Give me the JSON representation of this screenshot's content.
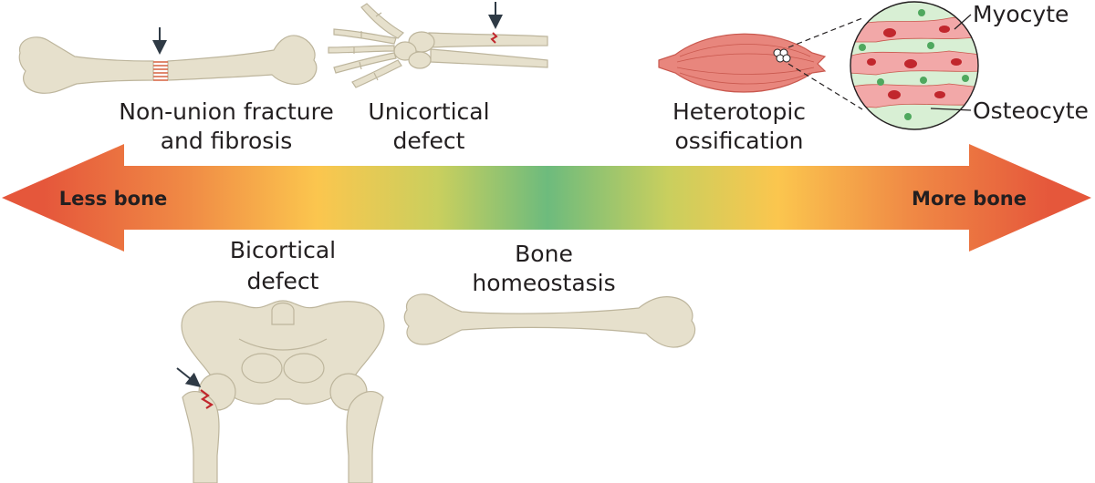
{
  "axis": {
    "left_label": "Less bone",
    "right_label": "More bone"
  },
  "conditions": {
    "nonunion": {
      "line1": "Non-union fracture",
      "line2": "and fibrosis"
    },
    "unicortical": {
      "line1": "Unicortical",
      "line2": "defect"
    },
    "heterotopic": {
      "line1": "Heterotopic",
      "line2": "ossification"
    },
    "bicortical": {
      "line1": "Bicortical",
      "line2": "defect"
    },
    "homeostasis": {
      "line1": "Bone",
      "line2": "homeostasis"
    }
  },
  "inset": {
    "myocyte": "Myocyte",
    "osteocyte": "Osteocyte"
  },
  "colors": {
    "arrow_gradient": [
      "#e5573b",
      "#f08a45",
      "#fbc64e",
      "#c9cf5e",
      "#6dbb7d",
      "#c9cf5e",
      "#fbc64e",
      "#f08a45",
      "#e5573b"
    ],
    "bone_fill": "#e6e0cc",
    "muscle_fill": "#e8867d",
    "defect_red": "#c1272d",
    "osteocyte_green": "#7cc88d"
  }
}
